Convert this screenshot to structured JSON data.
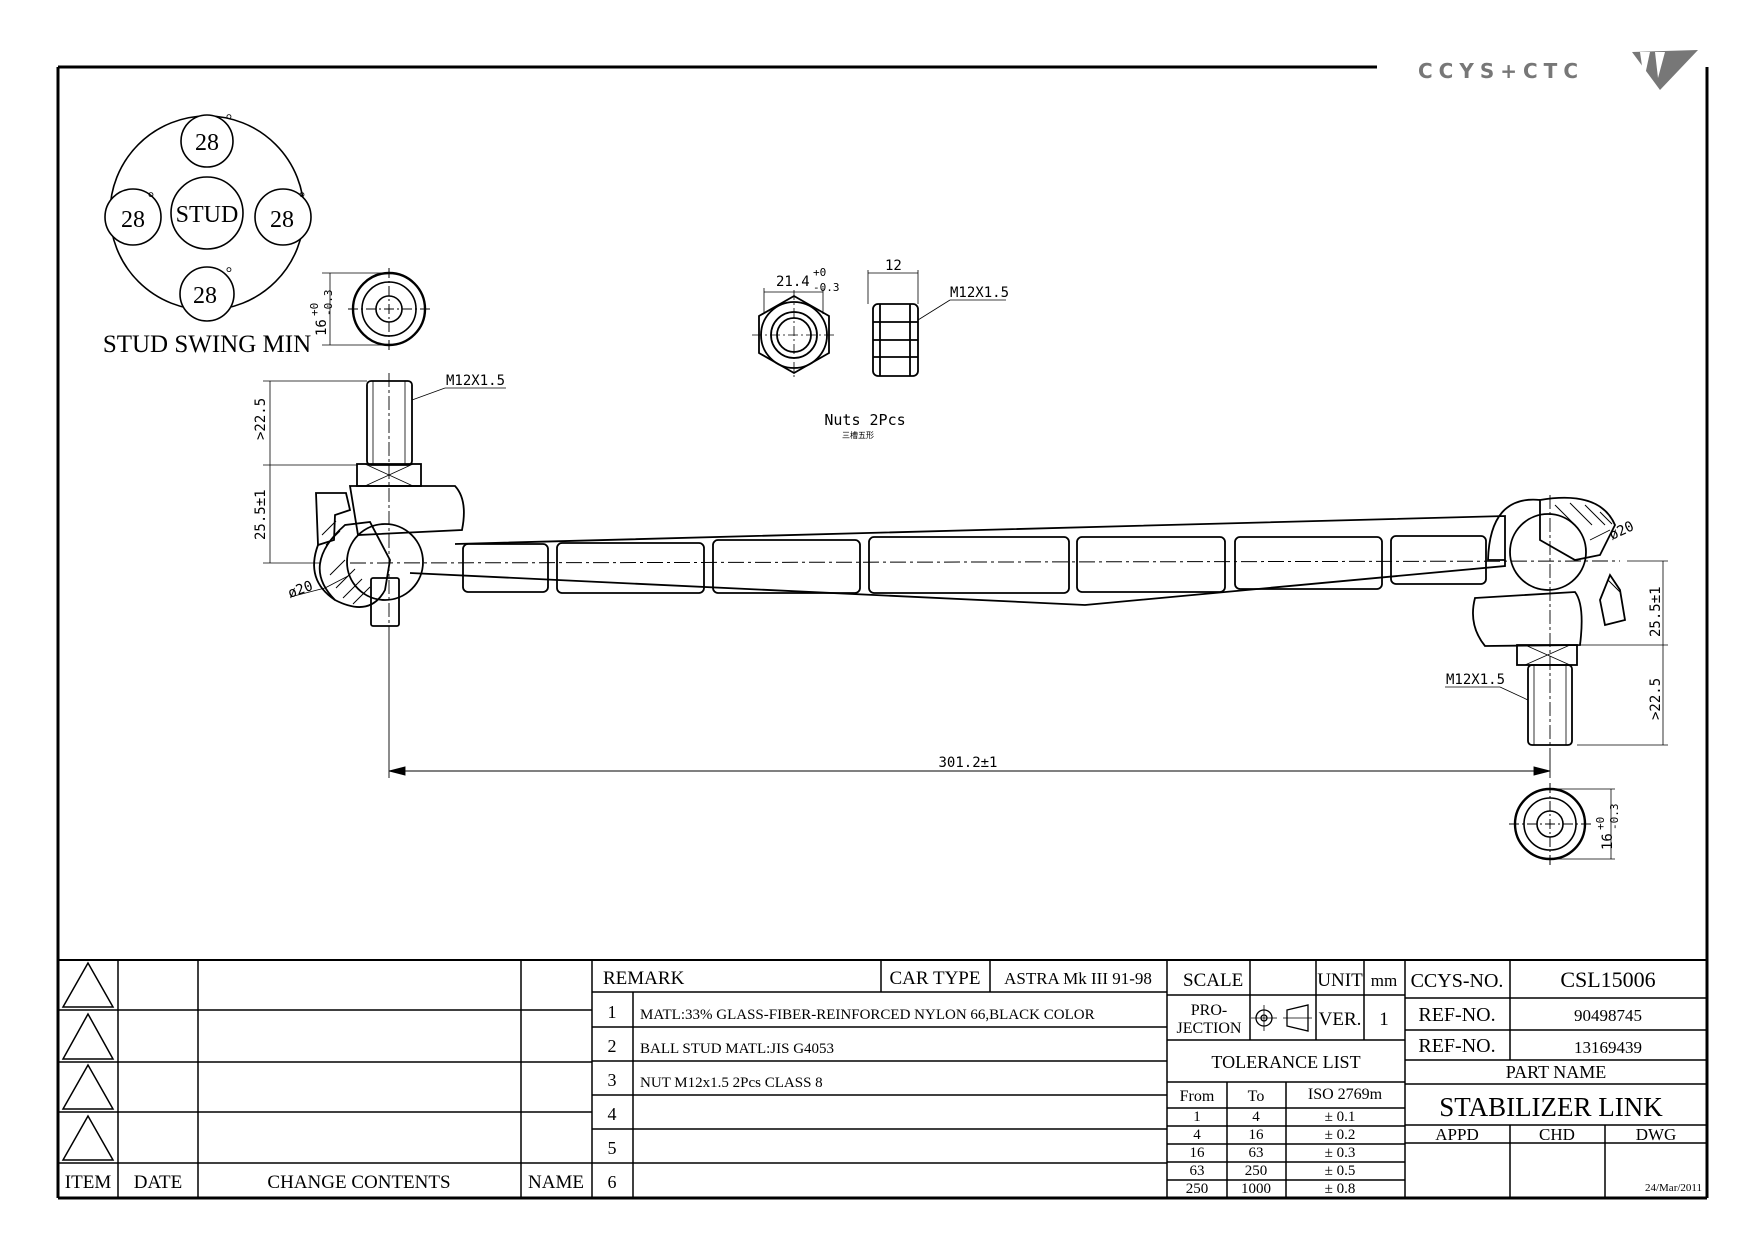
{
  "brand": {
    "logo_text": "CCYS+CTC"
  },
  "stud_swing": {
    "angle_top": "28",
    "angle_left": "28",
    "angle_right": "28",
    "angle_bottom": "28",
    "center_label": "STUD",
    "caption": "STUD SWING MIN",
    "degree_symbol": "°"
  },
  "dimensions": {
    "nut_across_flats": "21.4",
    "nut_across_flats_tol_upper": "+0",
    "nut_across_flats_tol_lower": "-0.3",
    "nut_height": "12",
    "nut_thread": "M12X1.5",
    "nuts_caption": "Nuts 2Pcs",
    "nuts_caption_cn": "三槽五形",
    "boot_dia_left": "16",
    "boot_dia_right": "16",
    "boot_tol_upper": "+0",
    "boot_tol_lower": "-0.3",
    "stud_thread_left": "M12X1.5",
    "stud_thread_right": "M12X1.5",
    "stud_len_left": ">22.5",
    "stud_len_right": ">22.5",
    "ball_height_left": "25.5±1",
    "ball_height_right": "25.5±1",
    "ball_dia_left": "ø20",
    "ball_dia_right": "ø20",
    "overall_length": "301.2±1"
  },
  "revision_table": {
    "headers": {
      "item": "ITEM",
      "date": "DATE",
      "change": "CHANGE CONTENTS",
      "name": "NAME"
    }
  },
  "remarks": {
    "header": "REMARK",
    "car_type_label": "CAR TYPE",
    "car_type_value": "ASTRA Mk III 91-98",
    "rows": [
      {
        "num": "1",
        "text": "MATL:33% GLASS-FIBER-REINFORCED NYLON 66,BLACK COLOR"
      },
      {
        "num": "2",
        "text": "BALL STUD MATL:JIS G4053"
      },
      {
        "num": "3",
        "text": "NUT M12x1.5 2Pcs CLASS 8"
      },
      {
        "num": "4",
        "text": ""
      },
      {
        "num": "5",
        "text": ""
      },
      {
        "num": "6",
        "text": ""
      }
    ]
  },
  "scale_block": {
    "scale_label": "SCALE",
    "unit_label": "UNIT",
    "unit_value": "mm",
    "projection_label_1": "PRO-",
    "projection_label_2": "JECTION",
    "ver_label": "VER.",
    "ver_value": "1"
  },
  "tolerance": {
    "title": "TOLERANCE LIST",
    "headers": {
      "from": "From",
      "to": "To",
      "iso": "ISO 2769m"
    },
    "rows": [
      {
        "from": "1",
        "to": "4",
        "tol": "± 0.1"
      },
      {
        "from": "4",
        "to": "16",
        "tol": "± 0.2"
      },
      {
        "from": "16",
        "to": "63",
        "tol": "± 0.3"
      },
      {
        "from": "63",
        "to": "250",
        "tol": "± 0.5"
      },
      {
        "from": "250",
        "to": "1000",
        "tol": "± 0.8"
      }
    ]
  },
  "title_block": {
    "ccys_no_label": "CCYS-NO.",
    "ccys_no_value": "CSL15006",
    "ref1_label": "REF-NO.",
    "ref1_value": "90498745",
    "ref2_label": "REF-NO.",
    "ref2_value": "13169439",
    "part_name_label": "PART NAME",
    "part_name_value": "STABILIZER LINK",
    "appd_label": "APPD",
    "chd_label": "CHD",
    "dwg_label": "DWG",
    "date": "24/Mar/2011"
  }
}
